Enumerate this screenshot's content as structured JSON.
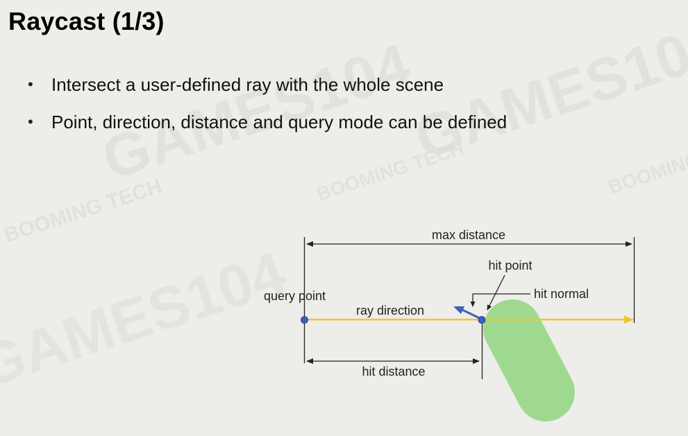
{
  "slide": {
    "title": "Raycast (1/3)",
    "bullets": [
      "Intersect a user-defined ray with the whole scene",
      "Point, direction, distance and query mode can be defined"
    ]
  },
  "diagram": {
    "labels": {
      "max_distance": "max distance",
      "hit_point": "hit point",
      "hit_normal": "hit normal",
      "query_point": "query point",
      "ray_direction": "ray direction",
      "hit_distance": "hit distance"
    },
    "colors": {
      "ray": "#f2c530",
      "points": "#3a63b8",
      "normal_arrow": "#3a63b8",
      "collider": "#9fd98f",
      "dimension_lines": "#222222"
    }
  },
  "watermark": {
    "texts": [
      "GAMES104",
      "BOOMING TECH"
    ]
  }
}
